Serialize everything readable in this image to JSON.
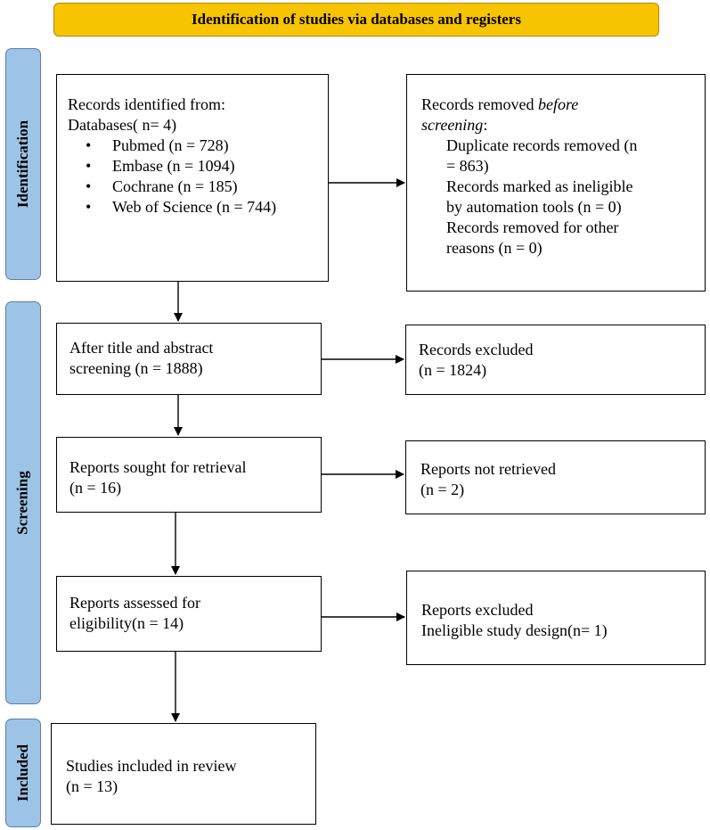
{
  "header": {
    "title": "Identification of studies via databases and registers"
  },
  "phases": {
    "identification": "Identification",
    "screening": "Screening",
    "included": "Included"
  },
  "identified": {
    "title": "Records identified from:",
    "databases_label": "Databases( n= 4)",
    "bullet": "•",
    "databases": [
      "Pubmed (n = 728)",
      "Embase (n = 1094)",
      "Cochrane (n = 185)",
      "Web of Science (n = 744)"
    ]
  },
  "removed": {
    "title_plain": "Records removed ",
    "title_italic": "before",
    "title_italic2": "screening",
    "title_colon": ":",
    "lines": [
      "Duplicate records removed  (n",
      "= 863)",
      "Records marked as ineligible",
      "by automation tools (n = 0)",
      "Records removed for other",
      "reasons (n = 0)"
    ]
  },
  "screened": {
    "line1": "After title and abstract",
    "line2": "screening (n = 1888)"
  },
  "excluded": {
    "line1": "Records excluded",
    "line2": "(n = 1824)"
  },
  "sought": {
    "line1": "Reports sought for retrieval",
    "line2": "(n = 16)"
  },
  "not_retrieved": {
    "line1": "Reports not retrieved",
    "line2": "(n = 2)"
  },
  "assessed": {
    "line1": "Reports assessed for",
    "line2": "eligibility(n = 14)"
  },
  "reports_excluded": {
    "line1": "Reports excluded",
    "line2": "Ineligible study design(n= 1)"
  },
  "included": {
    "line1": "Studies included in review",
    "line2": "(n = 13)"
  }
}
